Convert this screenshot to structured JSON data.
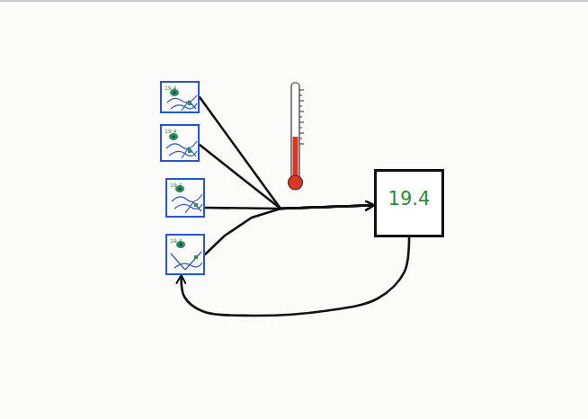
{
  "diagram": {
    "nodes": [
      {
        "text": [
          "19.4"
        ]
      },
      {
        "text": [
          "19.4"
        ]
      },
      {
        "text": [
          "19.4"
        ]
      },
      {
        "text": [
          "19.4"
        ]
      },
      {
        "text": [
          "19.4"
        ]
      }
    ],
    "edges": [
      {
        "from": 0,
        "to": 4,
        "arrow": "to"
      },
      {
        "from": 1,
        "to": 4,
        "arrow": "to"
      },
      {
        "from": 2,
        "to": 4,
        "arrow": "to"
      },
      {
        "from": 3,
        "to": 4,
        "arrow": "to"
      },
      {
        "from": 4,
        "to": 3,
        "arrow": "to"
      }
    ]
  }
}
